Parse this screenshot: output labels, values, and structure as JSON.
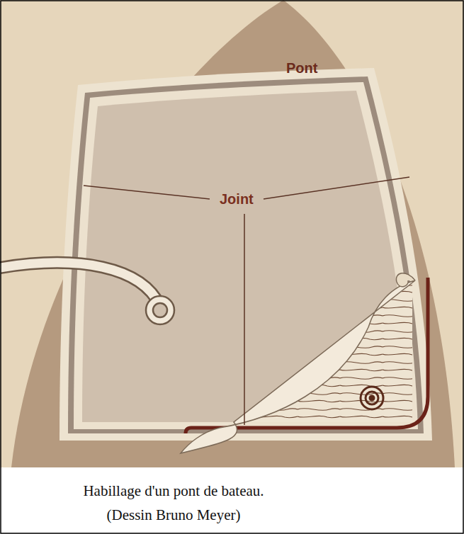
{
  "diagram": {
    "caption": "Habillage d'un pont de bateau. (Dessin Bruno Meyer)",
    "labels": [
      "Pont",
      "Joint"
    ]
  }
}
